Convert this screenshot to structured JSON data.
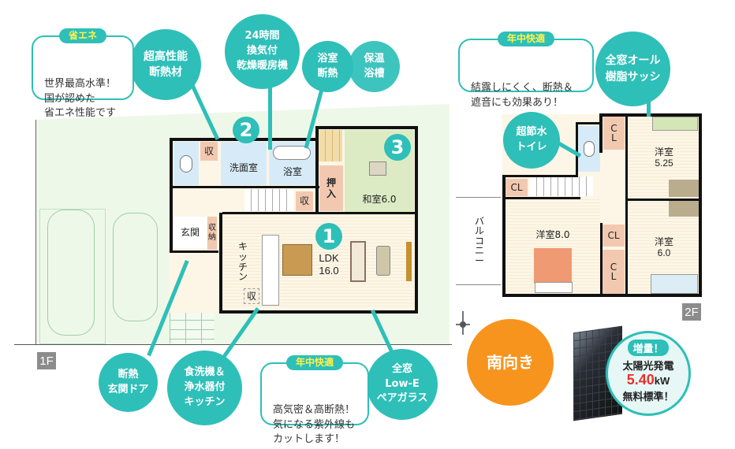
{
  "floor1": {
    "label": "1F",
    "rooms": {
      "storage_toilet": "収",
      "washroom": "洗面室",
      "bathroom": "浴室",
      "closet": "押\n入",
      "storage_hall": "収",
      "japanese_room": "和室6.0",
      "entrance": "玄関",
      "entrance_storage": "収\n納",
      "kitchen": "キ\nッ\nチ\nン",
      "kitchen_storage": "収",
      "ldk_name": "LDK",
      "ldk_size": "16.0"
    },
    "markers": [
      "1",
      "2",
      "3"
    ]
  },
  "floor2": {
    "label": "2F",
    "rooms": {
      "cl_top": "C\nL",
      "western1_name": "洋室",
      "western1_size": "5.25",
      "cl_left": "CL",
      "balcony": "バ\nル\nコ\nニ\nー",
      "western_main": "洋室8.0",
      "cl_mid": "CL",
      "cl_bottom": "C\nL",
      "western2_name": "洋室",
      "western2_size": "6.0"
    }
  },
  "callouts": {
    "energy": {
      "tag": "省エネ",
      "text": "世界最高水準！\n国が認めた\n省エネ性能です"
    },
    "comfort_top": {
      "tag": "年中快適",
      "text": "結露しにくく、断熱＆\n遮音にも効果あり！"
    },
    "comfort_bottom": {
      "tag": "年中快適",
      "text": "高気密＆高断熱！\n気になる紫外線も\nカットします！"
    }
  },
  "features": {
    "insulation": "超高性能\n断熱材",
    "ventilation": "24時間\n換気付\n乾燥暖房機",
    "bath_insulation": "浴室\n断熱",
    "warm_tub": "保温\n浴槽",
    "resin_sash": "全窓オール\n樹脂サッシ",
    "water_toilet": "超節水\nトイレ",
    "entrance_door": "断熱\n玄関ドア",
    "kitchen": "食洗機＆\n浄水器付\nキッチン",
    "lowe_glass": "全窓\nLow-E\nペアガラス"
  },
  "south": {
    "label": "南向き",
    "color": "#f7941d"
  },
  "solar": {
    "tag": "増量！",
    "line1": "太陽光発電",
    "value": "5.40",
    "unit": "kW",
    "line3": "無料標準！",
    "value_color": "#e8302a"
  },
  "colors": {
    "accent": "#2ebfb8",
    "tag_text": "#fff24a",
    "lot": "#eef8e8"
  }
}
